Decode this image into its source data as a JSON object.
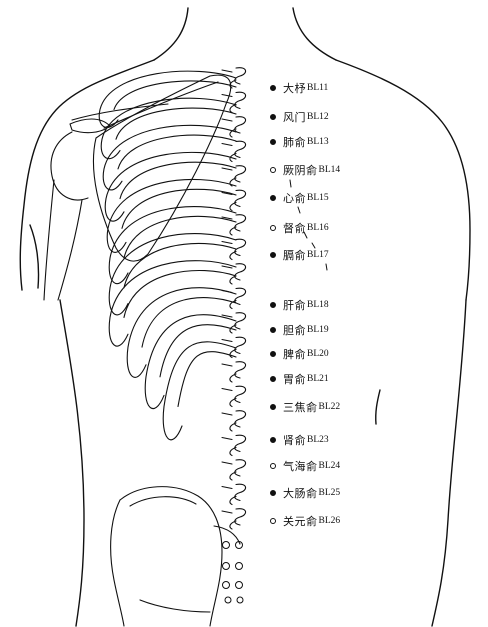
{
  "points": [
    {
      "name": "大杼",
      "code": "BL11",
      "marker": "filled"
    },
    {
      "name": "风门",
      "code": "BL12",
      "marker": "filled"
    },
    {
      "name": "肺俞",
      "code": "BL13",
      "marker": "filled"
    },
    {
      "name": "厥阴俞",
      "code": "BL14",
      "marker": "open"
    },
    {
      "name": "心俞",
      "code": "BL15",
      "marker": "filled"
    },
    {
      "name": "督俞",
      "code": "BL16",
      "marker": "open"
    },
    {
      "name": "膈俞",
      "code": "BL17",
      "marker": "filled"
    },
    {
      "name": "肝俞",
      "code": "BL18",
      "marker": "filled"
    },
    {
      "name": "胆俞",
      "code": "BL19",
      "marker": "filled"
    },
    {
      "name": "脾俞",
      "code": "BL20",
      "marker": "filled"
    },
    {
      "name": "胃俞",
      "code": "BL21",
      "marker": "filled"
    },
    {
      "name": "三焦俞",
      "code": "BL22",
      "marker": "filled"
    },
    {
      "name": "肾俞",
      "code": "BL23",
      "marker": "filled"
    },
    {
      "name": "气海俞",
      "code": "BL24",
      "marker": "open"
    },
    {
      "name": "大肠俞",
      "code": "BL25",
      "marker": "filled"
    },
    {
      "name": "关元俞",
      "code": "BL26",
      "marker": "open"
    }
  ],
  "colors": {
    "line": "#111111",
    "background": "#ffffff"
  }
}
